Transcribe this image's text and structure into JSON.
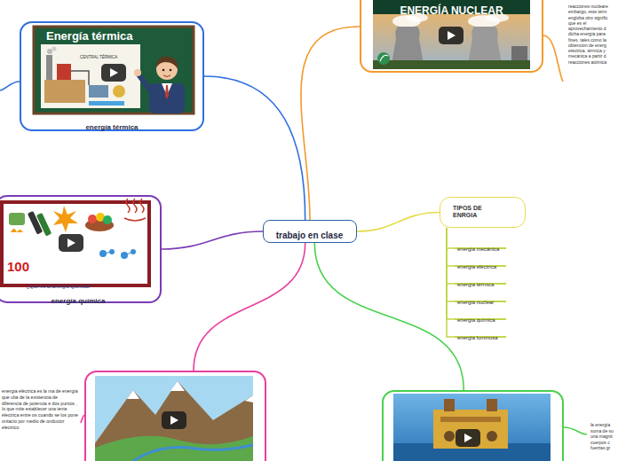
{
  "diagram": {
    "nodes": [
      {
        "text": [
          "trabajo en clase"
        ]
      },
      {
        "text": [
          "energía térmica"
        ]
      },
      {
        "text": [
          "ENERGÍA NUCLEAR",
          "reacciones nucleare embargo, este térm engloba otro signific que es el aprovechamiento d dicha energía para fines, tales como la obtención de energ eléctrica, térmica y mecánica a partir d reacciones atómica"
        ]
      },
      {
        "text": [
          "TIPOS DE ENRGIA"
        ]
      },
      {
        "text": [
          "energia mecánica"
        ]
      },
      {
        "text": [
          "energia eléctrica"
        ]
      },
      {
        "text": [
          "energia térmica"
        ]
      },
      {
        "text": [
          "energia nuclear"
        ]
      },
      {
        "text": [
          "energia química"
        ]
      },
      {
        "text": [
          "energia luminosa"
        ]
      },
      {
        "text": [
          "energía química"
        ]
      },
      {
        "text": [
          "energía eléctrica es la ma de energía que ulta de la existencia de diferencia de potencia e dos puntos , lo que mite establecer una iente electrica entre os cuando se los pone ontacto por medio de onductor electrico"
        ]
      },
      {
        "text": [
          "la energía suma de su una magnit cuerpos c fuerzas gr"
        ]
      }
    ],
    "edges": [
      {
        "from": 0,
        "to": 1,
        "arrow": "none"
      },
      {
        "from": 0,
        "to": 2,
        "arrow": "none"
      },
      {
        "from": 0,
        "to": 3,
        "arrow": "none"
      },
      {
        "from": 0,
        "to": 10,
        "arrow": "none"
      },
      {
        "from": 0,
        "to": 11,
        "arrow": "none"
      },
      {
        "from": 0,
        "to": 12,
        "arrow": "none"
      },
      {
        "from": 3,
        "to": 4,
        "arrow": "none"
      },
      {
        "from": 3,
        "to": 5,
        "arrow": "none"
      },
      {
        "from": 3,
        "to": 6,
        "arrow": "none"
      },
      {
        "from": 3,
        "to": 7,
        "arrow": "none"
      },
      {
        "from": 3,
        "to": 8,
        "arrow": "none"
      },
      {
        "from": 3,
        "to": 9,
        "arrow": "none"
      }
    ],
    "labels": [
      "Energía térmica",
      "CENTRAL TÉRMICA",
      "100",
      "¿Qué es la Energía Química?"
    ]
  }
}
